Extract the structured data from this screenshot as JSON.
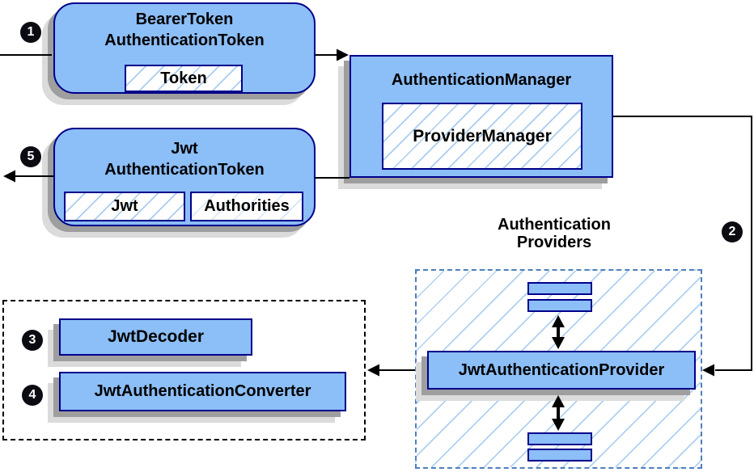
{
  "steps": {
    "s1": "1",
    "s2": "2",
    "s3": "3",
    "s4": "4",
    "s5": "5"
  },
  "nodes": {
    "bearer_token": {
      "line1": "BearerToken",
      "line2": "AuthenticationToken",
      "field_token": "Token"
    },
    "jwt_token": {
      "line1": "Jwt",
      "line2": "AuthenticationToken",
      "field_jwt": "Jwt",
      "field_authorities": "Authorities"
    },
    "authentication_manager": {
      "title": "AuthenticationManager",
      "inner": "ProviderManager"
    },
    "authentication_providers": {
      "line1": "Authentication",
      "line2": "Providers"
    },
    "jwt_authentication_provider": {
      "label": "JwtAuthenticationProvider"
    },
    "jwt_decoder": {
      "label": "JwtDecoder"
    },
    "jwt_authentication_converter": {
      "label": "JwtAuthenticationConverter"
    }
  },
  "colors": {
    "node_fill": "#8CBEF7",
    "node_border": "#00008B",
    "hatch_line": "#A9CCF0",
    "dashed_border_blue": "#4E7FBE",
    "dashed_border_black": "#000000",
    "shadow_dark": "#9E9E9E",
    "shadow_light": "#DBDBDB",
    "arrow": "#000000",
    "badge_bg": "#0B0B12",
    "badge_text": "#FFFFFF"
  }
}
